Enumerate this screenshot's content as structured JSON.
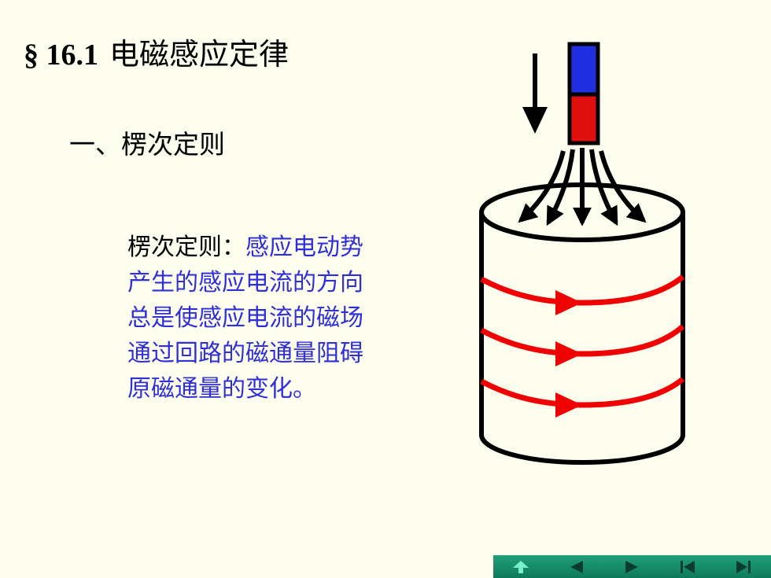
{
  "slide": {
    "section_number": "§ 16.1",
    "title": "电磁感应定律",
    "heading": "一、楞次定则",
    "definition": {
      "term": "楞次定则：",
      "first_line_rest": "感应电动势",
      "lines": [
        "产生的感应电流的方向",
        "总是使感应电流的磁场",
        "通过回路的磁通量阻碍",
        "原磁通量的变化。"
      ]
    }
  },
  "colors": {
    "background": "#FEFEEE",
    "definition_text": "#2F2FD8",
    "magnet_north": "#1F2FE0",
    "magnet_south": "#E01010",
    "current_arrows": "#F00000",
    "nav_bar": "#1A8F6A"
  },
  "navigation": {
    "buttons": [
      {
        "icon": "home-up-icon"
      },
      {
        "icon": "prev-arrow-icon"
      },
      {
        "icon": "next-arrow-icon"
      },
      {
        "icon": "first-page-icon"
      },
      {
        "icon": "last-page-icon"
      }
    ]
  }
}
